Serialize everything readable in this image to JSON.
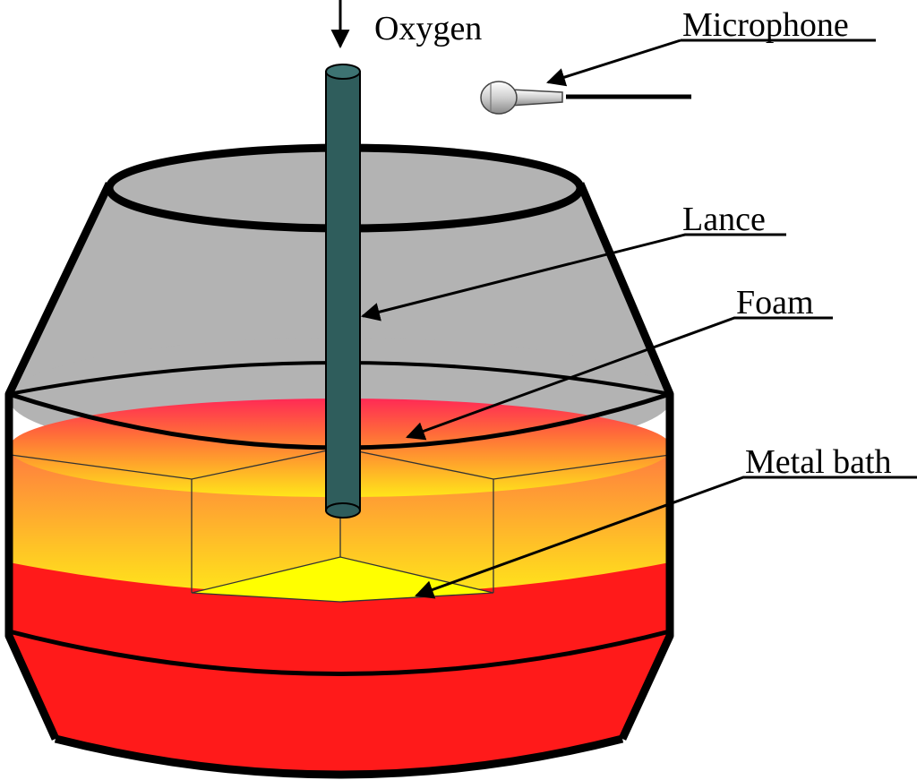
{
  "labels": {
    "oxygen": "Oxygen",
    "microphone": "Microphone",
    "lance": "Lance",
    "foam": "Foam",
    "metal_bath": "Metal bath"
  },
  "colors": {
    "vessel_gray": "#b3b3b3",
    "lance": "#2f5d5c",
    "metal_red": "#ff1a1a",
    "metal_yellow": "#ffff00",
    "foam_top": "#ff2a55",
    "foam_bottom": "#ffe61a",
    "outline": "#000000"
  },
  "icons": {
    "microphone": "microphone-icon",
    "arrow": "arrow-icon"
  }
}
